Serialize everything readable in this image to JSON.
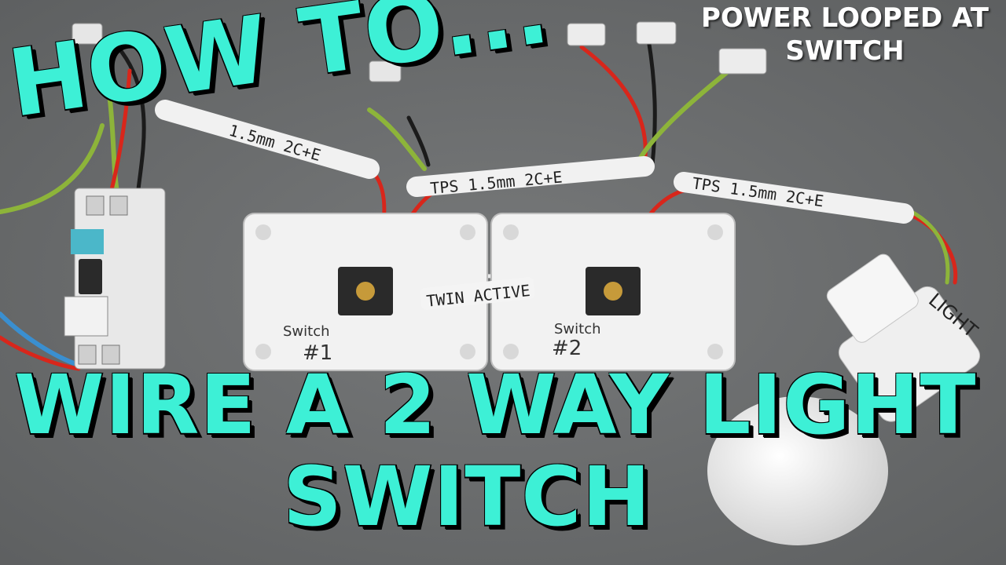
{
  "headline": {
    "how_to": "HOW TO...",
    "line1": "WIRE A 2 WAY LIGHT",
    "line2": "SWITCH"
  },
  "corner_label": {
    "line1": "POWER LOOPED AT",
    "line2": "SWITCH"
  },
  "cable_labels": {
    "cable1": "1.5mm 2C+E",
    "cable2": "TPS 1.5mm 2C+E",
    "cable3": "TPS 1.5mm 2C+E",
    "twin_active": "TWIN ACTIVE"
  },
  "switch_labels": {
    "switch1_word": "Switch",
    "switch1_num": "#1",
    "switch2_word": "Switch",
    "switch2_num": "#2"
  },
  "lamp_label": "LIGHT",
  "colors": {
    "headline": "#3df0d6",
    "background": "#6b6d6e",
    "active_wire": "#d8261b",
    "neutral_wire": "#1b1b1b",
    "earth_wire": "#8db43a"
  }
}
